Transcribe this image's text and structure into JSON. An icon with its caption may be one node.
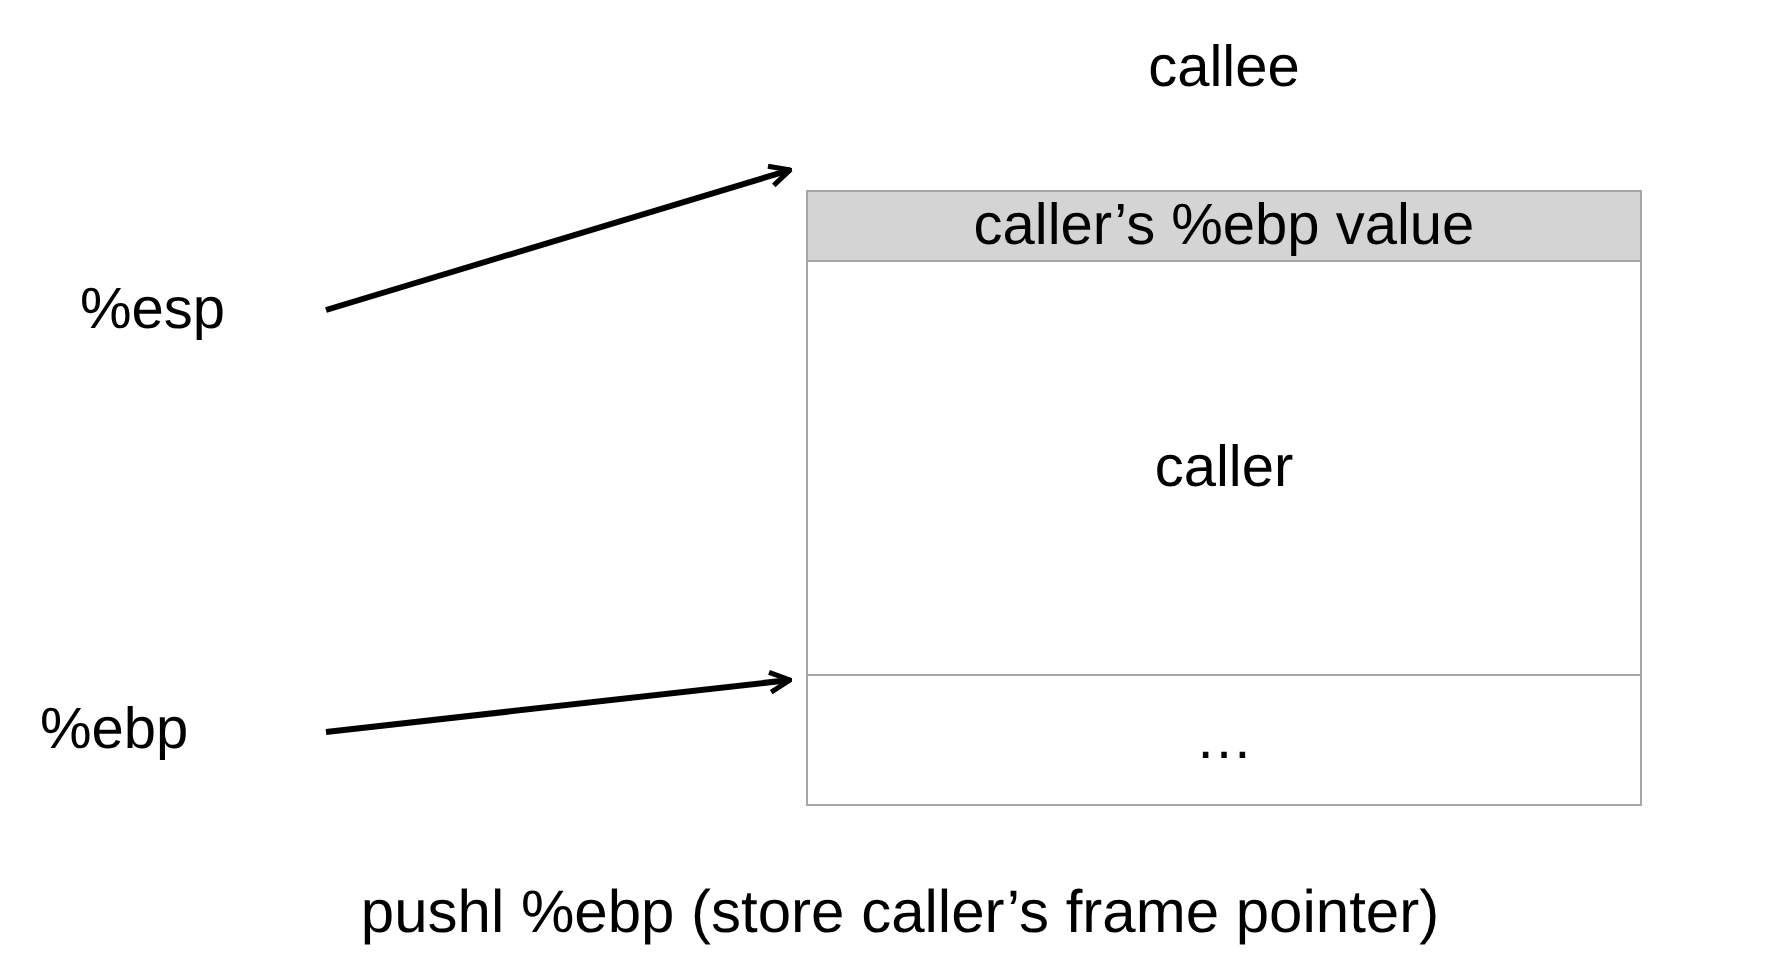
{
  "diagram": {
    "caption": "pushl %ebp (store caller’s frame pointer)",
    "nodes": [
      {
        "text": [
          "%esp"
        ]
      },
      {
        "text": [
          "caller’s %ebp value"
        ]
      },
      {
        "text": [
          "caller"
        ]
      },
      {
        "text": [
          "…"
        ]
      },
      {
        "text": [
          "%ebp"
        ]
      }
    ],
    "edges": [
      {
        "from": 0,
        "to": 1,
        "arrow": "to"
      },
      {
        "from": 4,
        "to": 3,
        "arrow": "to"
      }
    ],
    "labels": [
      "callee"
    ]
  }
}
